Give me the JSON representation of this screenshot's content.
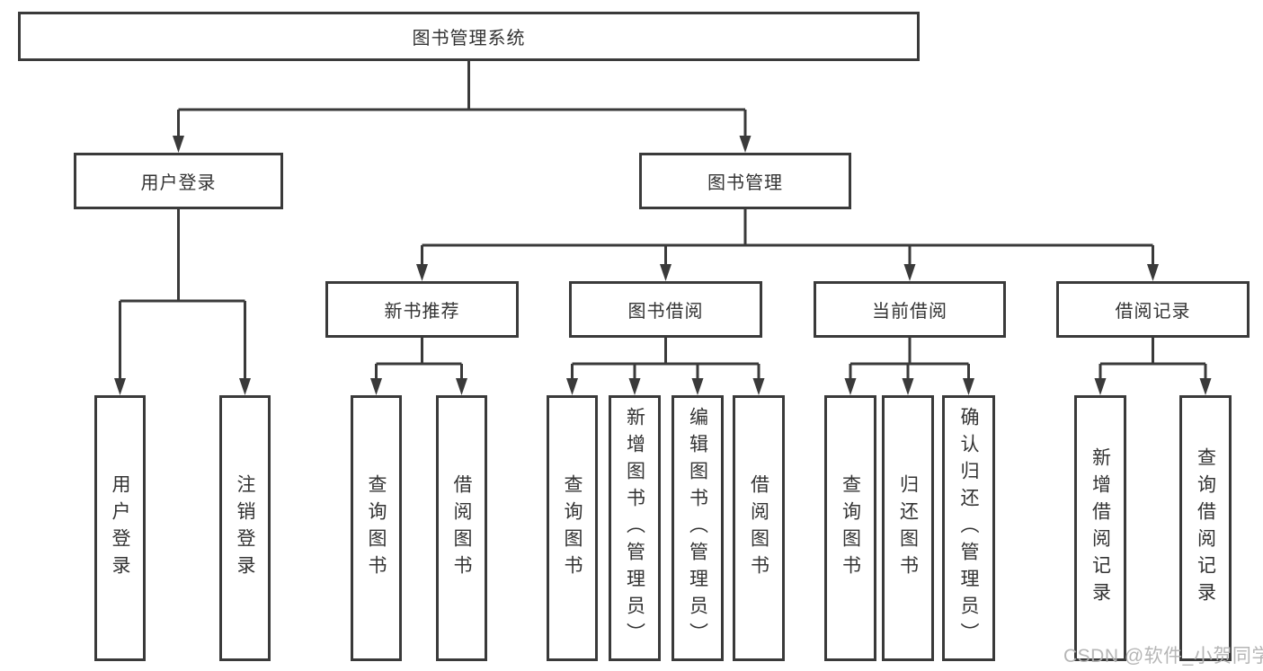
{
  "tree": {
    "root": {
      "label": "图书管理系统",
      "children": [
        {
          "label": "用户登录",
          "children": [
            {
              "label": "用户登录"
            },
            {
              "label": "注销登录"
            }
          ]
        },
        {
          "label": "图书管理",
          "children": [
            {
              "label": "新书推荐",
              "children": [
                {
                  "label": "查询图书"
                },
                {
                  "label": "借阅图书"
                }
              ]
            },
            {
              "label": "图书借阅",
              "children": [
                {
                  "label": "查询图书"
                },
                {
                  "label": "新增图书（管理员）"
                },
                {
                  "label": "编辑图书（管理员）"
                },
                {
                  "label": "借阅图书"
                }
              ]
            },
            {
              "label": "当前借阅",
              "children": [
                {
                  "label": "查询图书"
                },
                {
                  "label": "归还图书"
                },
                {
                  "label": "确认归还（管理员）"
                }
              ]
            },
            {
              "label": "借阅记录",
              "children": [
                {
                  "label": "新增借阅记录"
                },
                {
                  "label": "查询借阅记录"
                }
              ]
            }
          ]
        }
      ]
    }
  },
  "watermark": {
    "text": "CSDN @软件_小贺同学"
  },
  "colors": {
    "line": "#3a3a3a",
    "box_border": "#3a3a3a",
    "text": "#333333",
    "watermark": "#b2b2b2",
    "background": "#ffffff"
  }
}
